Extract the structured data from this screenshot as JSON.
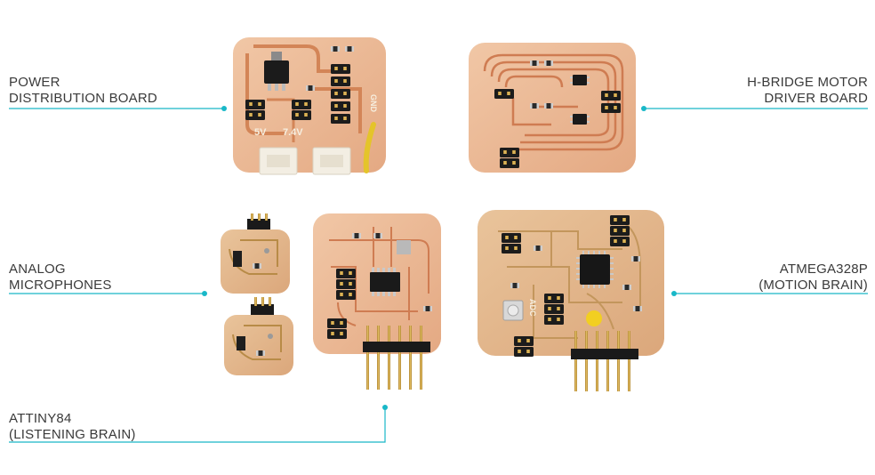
{
  "labels": {
    "power": {
      "line1": "POWER",
      "line2": "DISTRIBUTION BOARD"
    },
    "hbridge": {
      "line1": "H-BRIDGE MOTOR",
      "line2": "DRIVER BOARD"
    },
    "microphones": {
      "line1": "ANALOG",
      "line2": "MICROPHONES"
    },
    "atmega": {
      "line1": "ATMEGA328P",
      "line2": "(MOTION BRAIN)"
    },
    "attiny": {
      "line1": "ATTINY84",
      "line2": "(LISTENING BRAIN)"
    }
  },
  "silkscreen": {
    "v5": "5V",
    "v74": "7.4V",
    "gnd": "GND",
    "adc": "ADC"
  },
  "colors": {
    "leader": "#19b8c8",
    "board": "#e8b08c",
    "copper": "#d98b61",
    "text": "#3a3a3a"
  }
}
